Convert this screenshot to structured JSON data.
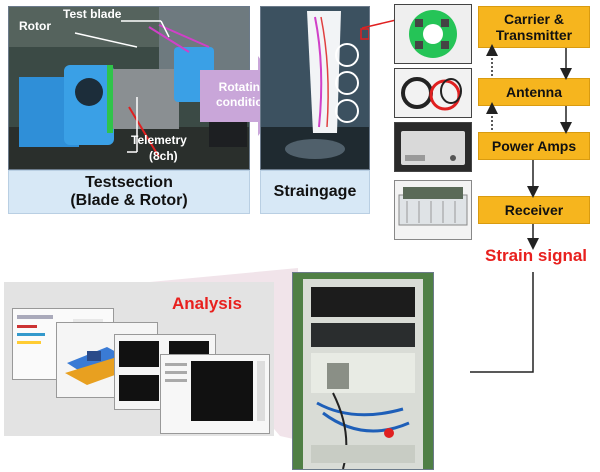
{
  "testsection": {
    "labels": {
      "test_blade": "Test blade",
      "rotor": "Rotor",
      "telemetry": "Telemetry",
      "channels": "(8ch)"
    },
    "caption_line1": "Testsection",
    "caption_line2": "(Blade & Rotor)"
  },
  "rotating_arrow": {
    "line1": "Rotating",
    "line2": "condition"
  },
  "straingage": {
    "caption": "Straingage"
  },
  "flow": {
    "carrier_line1": "Carrier &",
    "carrier_line2": "Transmitter",
    "antenna": "Antenna",
    "power_amps": "Power Amps",
    "receiver": "Receiver"
  },
  "strain_signal": "Strain signal",
  "analysis": {
    "title": "Analysis"
  },
  "colors": {
    "flow_box": "#f6b51e",
    "caption_bg": "#d7e8f6",
    "signal_red": "#e8201e",
    "analysis_panel": "#e3e3e3"
  }
}
